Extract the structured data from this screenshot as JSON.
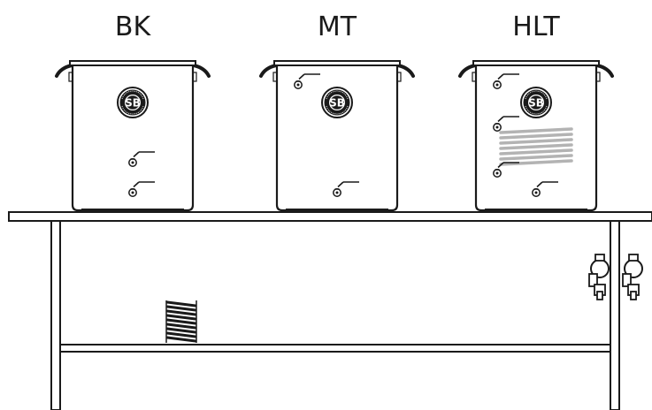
{
  "pots": [
    {
      "label": "BK",
      "badge": "SB"
    },
    {
      "label": "MT",
      "badge": "SB"
    },
    {
      "label": "HLT",
      "badge": "SB"
    }
  ],
  "colors": {
    "line": "#1a1a1a",
    "coil": "#b3b3b3",
    "background": "#ffffff"
  },
  "icons": {
    "valve": "ball-valve-icon",
    "pump": "pump-icon",
    "chiller": "immersion-chiller-icon",
    "logo": "brewery-badge-icon"
  }
}
